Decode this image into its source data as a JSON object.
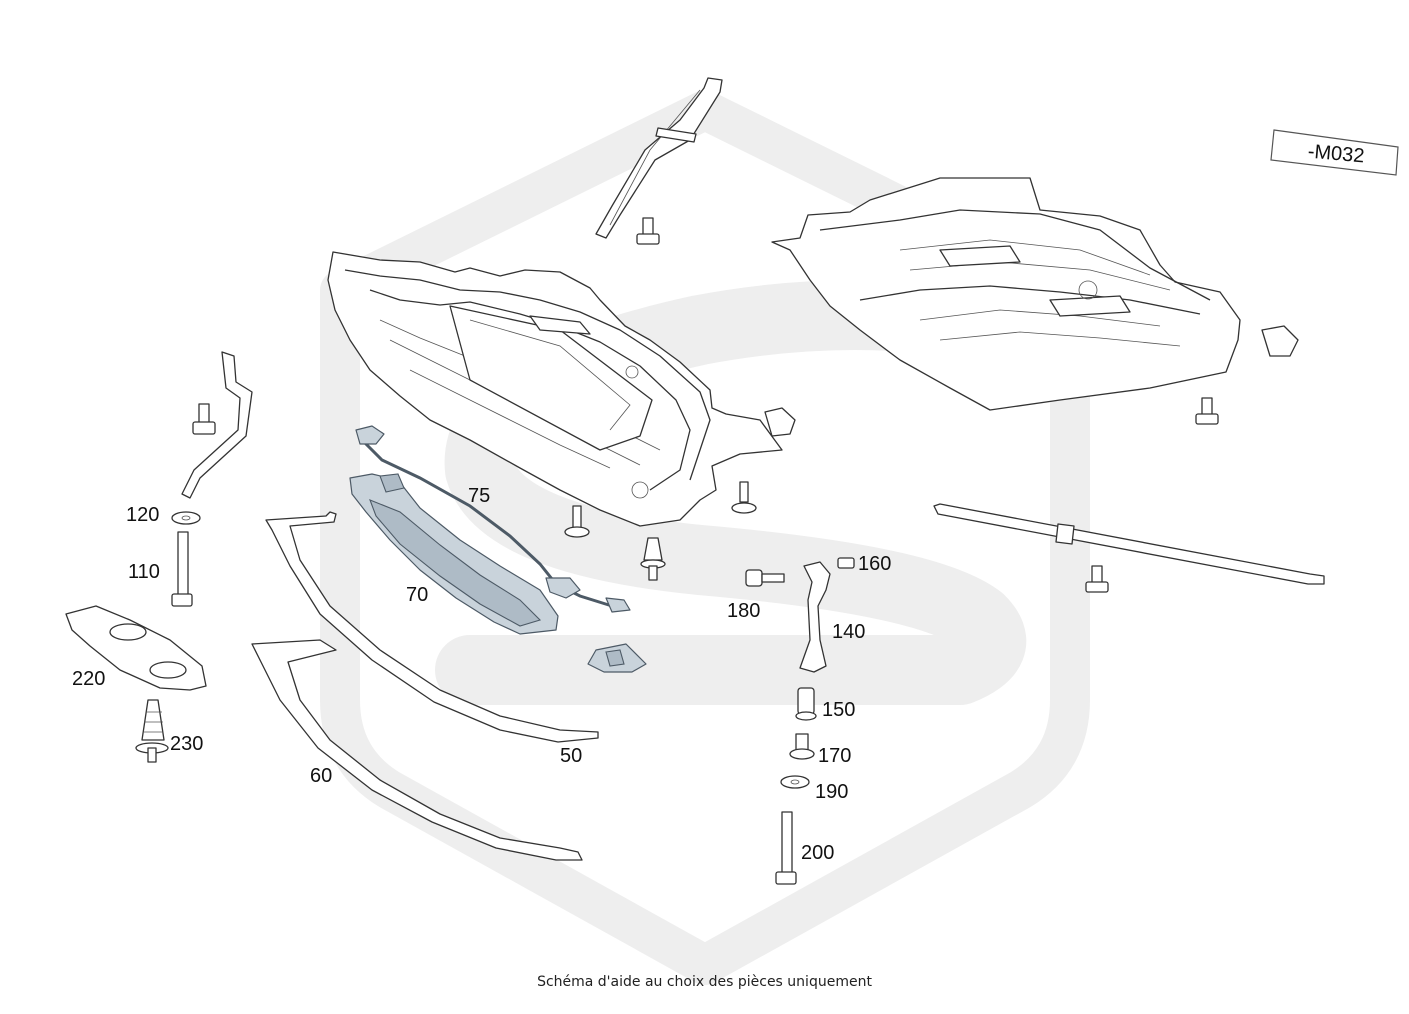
{
  "reference_code": "-M032",
  "caption": "Schéma d'aide au choix des pièces uniquement",
  "part_labels": {
    "p50": "50",
    "p60": "60",
    "p70": "70",
    "p75": "75",
    "p110": "110",
    "p120": "120",
    "p140": "140",
    "p150": "150",
    "p160": "160",
    "p170": "170",
    "p180": "180",
    "p190": "190",
    "p200": "200",
    "p220": "220",
    "p230": "230"
  },
  "colors": {
    "line": "#333333",
    "highlight_part": "#c9d3db",
    "watermark": "#efefef"
  }
}
